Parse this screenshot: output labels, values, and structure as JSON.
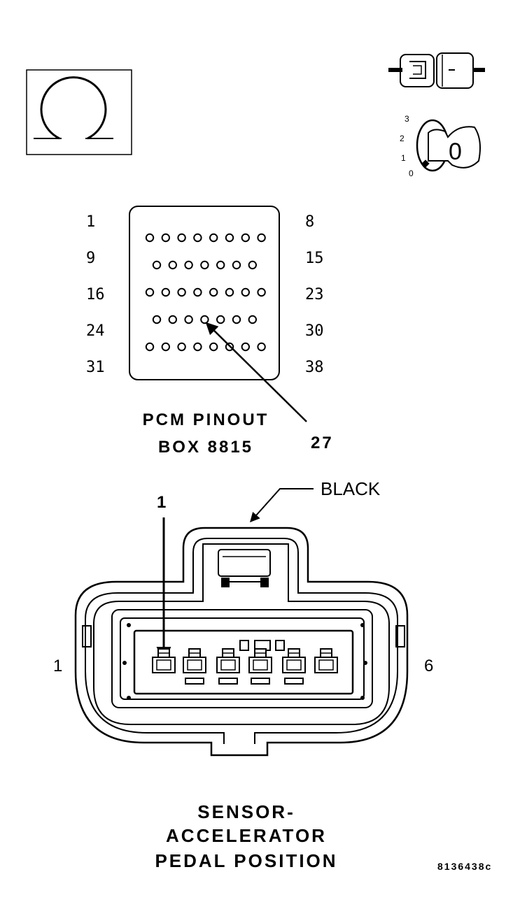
{
  "meter_icon": {
    "symbol": "Ω",
    "icon": "ohm-icon"
  },
  "connector_icon": {
    "icon": "connector-plug-icon"
  },
  "ignition_icon": {
    "positions": [
      "3",
      "2",
      "1",
      "0"
    ],
    "key_label": "0",
    "icon": "ignition-key-icon"
  },
  "pcm": {
    "row_labels_left": [
      "1",
      "9",
      "16",
      "24",
      "31"
    ],
    "row_labels_right": [
      "8",
      "15",
      "23",
      "30",
      "38"
    ],
    "title_line1": "PCM PINOUT",
    "title_line2": "BOX 8815",
    "callout_pin": "27"
  },
  "sensor": {
    "color_label": "BLACK",
    "callout_pin": "1",
    "left_pin_label": "1",
    "right_pin_label": "6",
    "title_line1": "SENSOR-",
    "title_line2": "ACCELERATOR",
    "title_line3": "PEDAL POSITION"
  },
  "figure_id": "8136438c"
}
